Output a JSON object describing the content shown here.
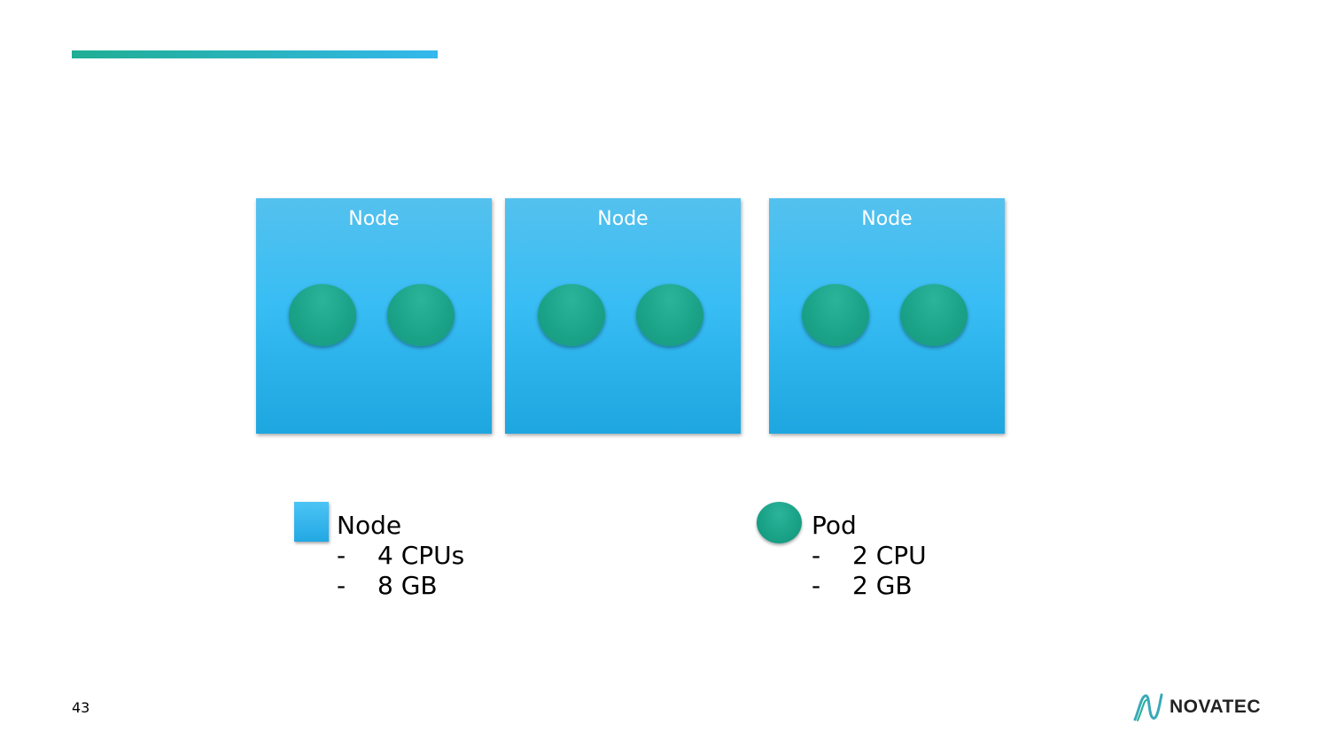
{
  "slide": {
    "page_number": "43",
    "logo_text": "NOVATEC"
  },
  "diagram": {
    "nodes": [
      {
        "label": "Node",
        "pods": 2
      },
      {
        "label": "Node",
        "pods": 2
      },
      {
        "label": "Node",
        "pods": 2
      }
    ]
  },
  "legend": {
    "node": {
      "title": "Node",
      "lines": [
        "4 CPUs",
        "8 GB"
      ]
    },
    "pod": {
      "title": "Pod",
      "lines": [
        "2 CPU",
        "2 GB"
      ]
    },
    "bullet": "-"
  },
  "colors": {
    "node_blue": "#38bdf4",
    "pod_green": "#1ba489",
    "accent_teal": "#1fae94",
    "accent_blue": "#34b8ee"
  }
}
